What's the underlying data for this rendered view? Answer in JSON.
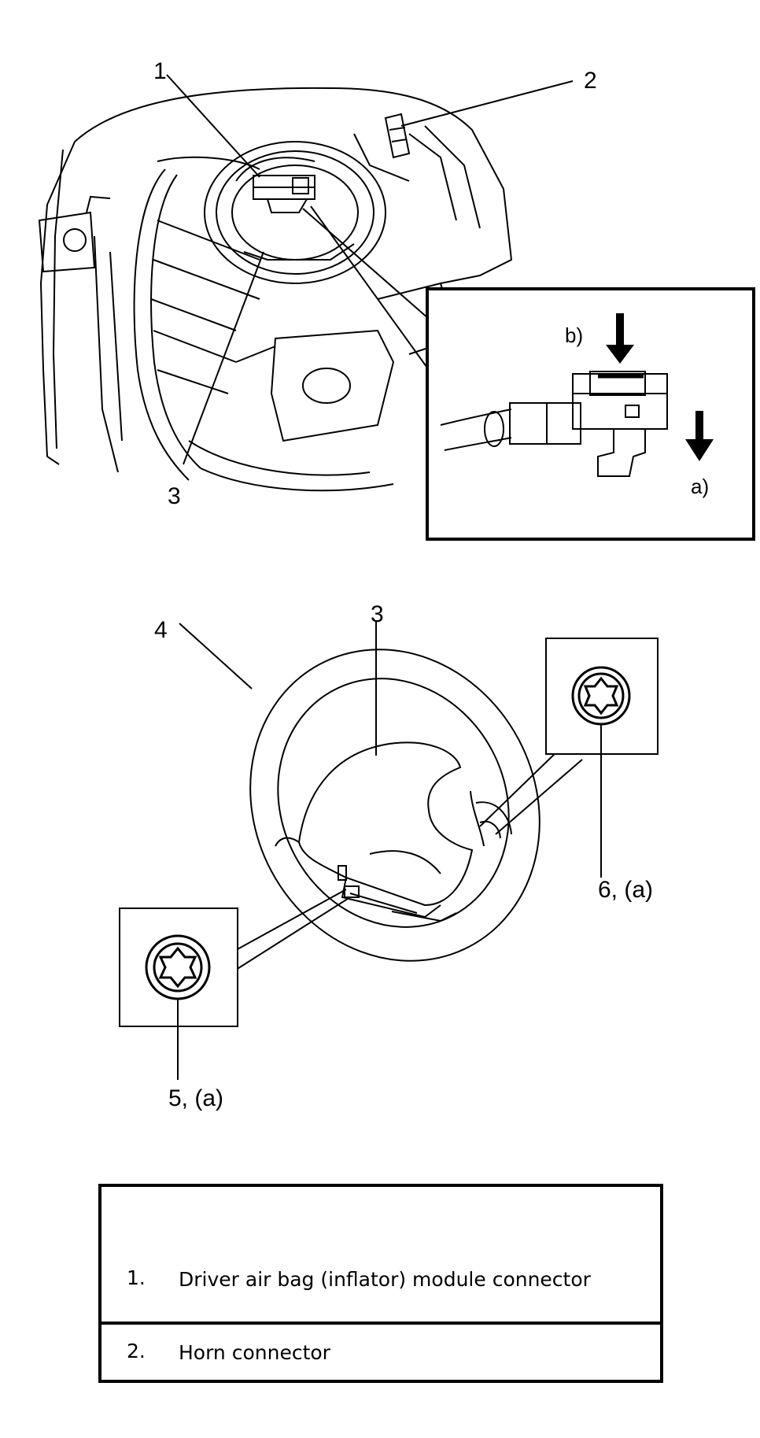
{
  "callouts": {
    "c1": "1",
    "c2": "2",
    "c3_top": "3",
    "c3_bottom": "3",
    "c4": "4",
    "c5": "5, (a)",
    "c6": "6, (a)",
    "detail_a": "a)",
    "detail_b": "b)"
  },
  "legend": {
    "items": [
      {
        "number": "1.",
        "text": "Driver air bag (inflator) module connector"
      },
      {
        "number": "2.",
        "text": "Horn connector"
      }
    ]
  },
  "icons": {
    "fastener_detail": "torx-bolt-icon",
    "direction_arrows": "down-arrow-icon"
  }
}
